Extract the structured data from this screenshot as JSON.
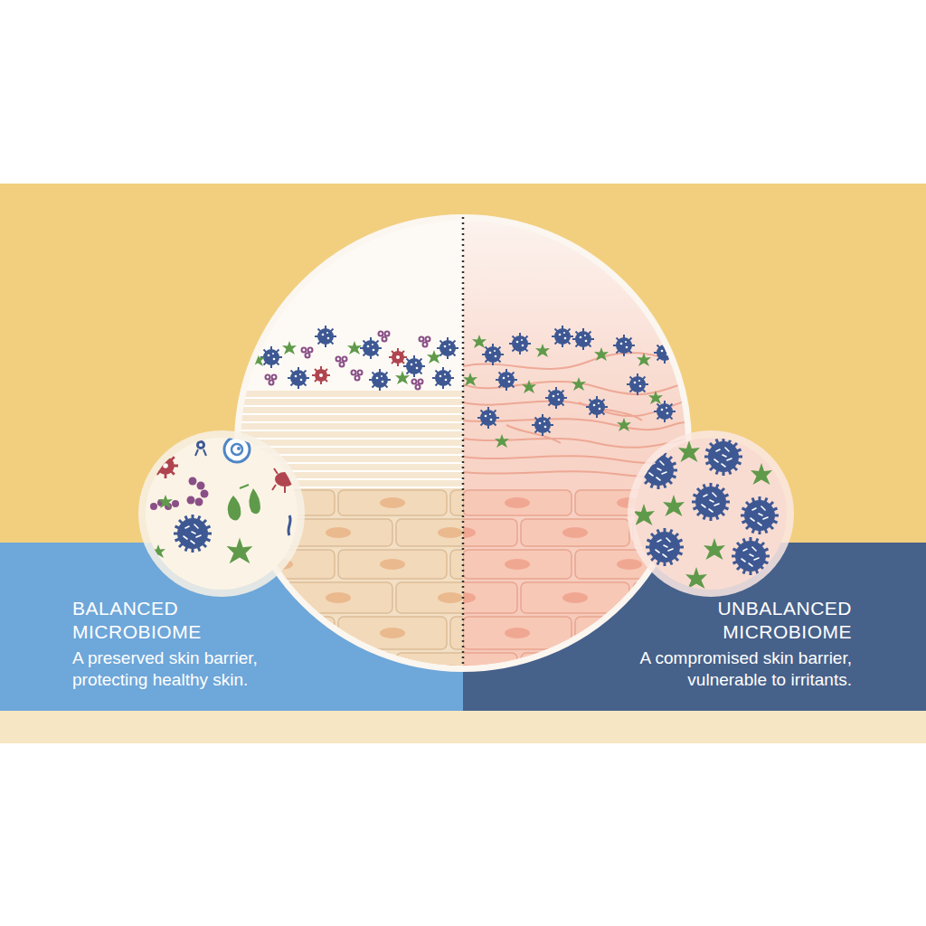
{
  "diagram": {
    "nodes": [
      {
        "text": [
          "BALANCED MICROBIOME",
          "A preserved skin barrier, protecting healthy skin."
        ]
      },
      {
        "text": [
          "UNBALANCED MICROBIOME",
          "A compromised skin barrier, vulnerable to irritants."
        ]
      }
    ]
  }
}
